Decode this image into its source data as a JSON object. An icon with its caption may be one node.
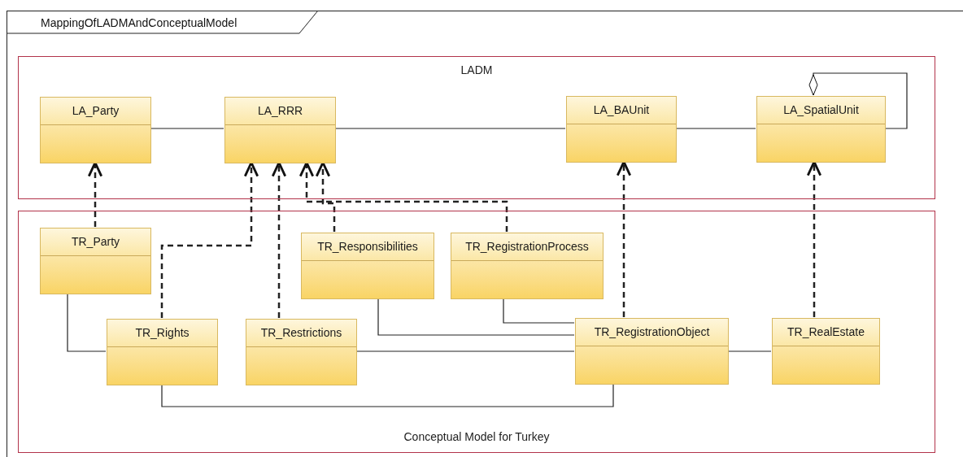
{
  "diagram": {
    "title": "MappingOfLADMAndConceptualModel",
    "nodes": [
      {
        "text": [
          "LADM"
        ]
      },
      {
        "text": [
          "LA_Party"
        ],
        "in": 0
      },
      {
        "text": [
          "LA_RRR"
        ],
        "in": 0
      },
      {
        "text": [
          "LA_BAUnit"
        ],
        "in": 0
      },
      {
        "text": [
          "LA_SpatialUnit"
        ],
        "in": 0
      },
      {
        "text": [
          "Conceptual Model  for Turkey"
        ]
      },
      {
        "text": [
          "TR_Party"
        ],
        "in": 5
      },
      {
        "text": [
          "TR_Responsibilities"
        ],
        "in": 5
      },
      {
        "text": [
          "TR_RegistrationProcess"
        ],
        "in": 5
      },
      {
        "text": [
          "TR_Rights"
        ],
        "in": 5
      },
      {
        "text": [
          "TR_Restrictions"
        ],
        "in": 5
      },
      {
        "text": [
          "TR_RegistrationObject"
        ],
        "in": 5
      },
      {
        "text": [
          "TR_RealEstate"
        ],
        "in": 5
      }
    ],
    "edges": [
      {
        "from": 1,
        "to": 2,
        "arrow": "none"
      },
      {
        "from": 2,
        "to": 3,
        "arrow": "none"
      },
      {
        "from": 3,
        "to": 4,
        "arrow": "none"
      },
      {
        "from": 4,
        "to": 4,
        "arrow": "other"
      },
      {
        "from": 6,
        "to": 1,
        "arrow": "to",
        "style": "dashed"
      },
      {
        "from": 9,
        "to": 2,
        "arrow": "to",
        "style": "dashed"
      },
      {
        "from": 10,
        "to": 2,
        "arrow": "to",
        "style": "dashed"
      },
      {
        "from": 8,
        "to": 2,
        "arrow": "to",
        "style": "dashed"
      },
      {
        "from": 7,
        "to": 2,
        "arrow": "to",
        "style": "dashed"
      },
      {
        "from": 11,
        "to": 3,
        "arrow": "to",
        "style": "dashed"
      },
      {
        "from": 12,
        "to": 4,
        "arrow": "to",
        "style": "dashed"
      },
      {
        "from": 6,
        "to": 9,
        "arrow": "none"
      },
      {
        "from": 7,
        "to": 11,
        "arrow": "none"
      },
      {
        "from": 8,
        "to": 11,
        "arrow": "none"
      },
      {
        "from": 10,
        "to": 11,
        "arrow": "none"
      },
      {
        "from": 9,
        "to": 11,
        "arrow": "none"
      },
      {
        "from": 11,
        "to": 12,
        "arrow": "none"
      }
    ]
  }
}
